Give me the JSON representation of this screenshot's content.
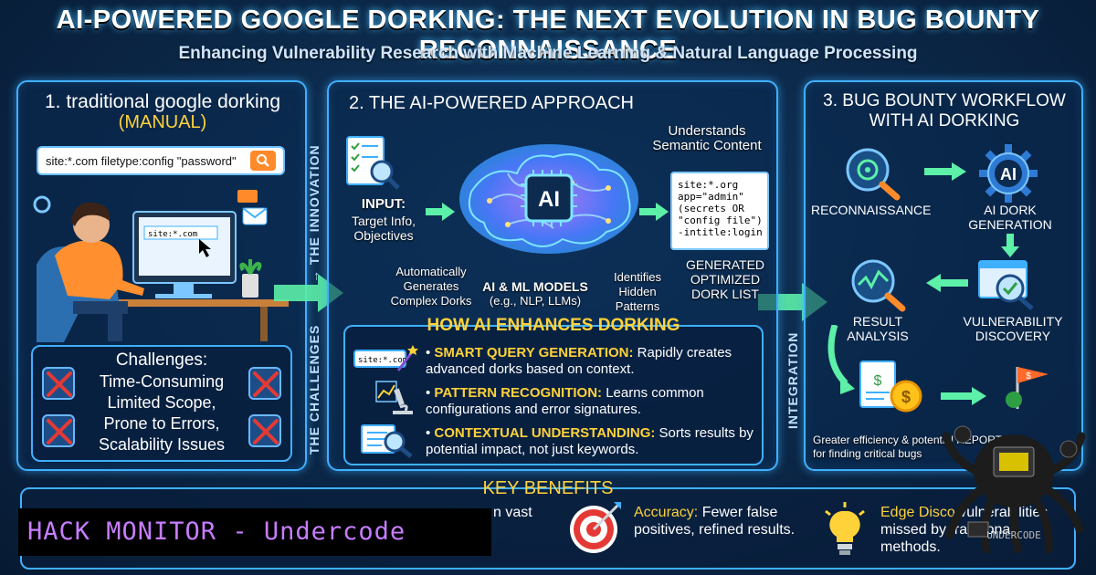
{
  "header": {
    "title": "AI-POWERED GOOGLE DORKING: THE NEXT EVOLUTION IN BUG BOUNTY RECONNAISSANCE",
    "subtitle": "Enhancing Vulnerability Research with Machine Learning & Natural Language Processing"
  },
  "panel1": {
    "title": "1. traditional google dorking",
    "subtitle": "(MANUAL)",
    "search_query": "site:*.com filetype:config \"password\"",
    "screen_query": "site:*.com",
    "challenges_title": "Challenges:",
    "challenges": [
      "Time-Consuming",
      "Limited Scope,",
      "Prone to Errors,",
      "Scalability Issues"
    ]
  },
  "connectors": {
    "challenges": "THE CHALLENGES",
    "innovation": "→ THE INNOVATION",
    "integration": "INTEGRATION"
  },
  "panel2": {
    "title": "2. THE AI-POWERED APPROACH",
    "input_label": "INPUT:",
    "input_text": "Target Info, Objectives",
    "semantic": "Understands Semantic Content",
    "ai_chip": "AI",
    "code": "site:*.org\napp=\"admin\"\n(secrets OR\n\"config file\")\n-intitle:login",
    "auto_gen": "Automatically Generates Complex Dorks",
    "models": "AI & ML MODELS",
    "models_sub": "(e.g., NLP, LLMs)",
    "patterns": "Identifies Hidden Patterns",
    "generated": "GENERATED OPTIMIZED DORK LIST",
    "how_title": "HOW AI ENHANCES DORKING",
    "search_mini": "site:*.com",
    "bullets": [
      {
        "head": "SMART QUERY GENERATION:",
        "text": " Rapidly creates advanced dorks based on context."
      },
      {
        "head": "PATTERN RECOGNITION:",
        "text": " Learns common configurations and error signatures."
      },
      {
        "head": "CONTEXTUAL UNDERSTANDING:",
        "text": " Sorts results by potential impact, not just keywords."
      }
    ]
  },
  "panel3": {
    "title_line1": "3. BUG BOUNTY WORKFLOW",
    "title_line2": "WITH AI DORKING",
    "ai_chip": "AI",
    "recon": "RECONNAISSANCE",
    "dork_gen": "AI DORK GENERATION",
    "result": "RESULT ANALYSIS",
    "vuln": "VULNERABILITY DISCOVERY",
    "footer_line1": "Greater efficiency & potential REPORTING",
    "footer_line2": "for finding critical bugs"
  },
  "benefits": {
    "title": "KEY BENEFITS",
    "b1_tail": "n vast",
    "b2_head": "Accuracy:",
    "b2_text": " Fewer false positives, refined results.",
    "b3_head": "Edge Disco",
    "b3_text": "vulnerabilities missed by traditional methods."
  },
  "overlay": {
    "banner": "HACK MONITOR - Undercode",
    "logo_text": "UNDERCODE"
  },
  "colors": {
    "accent": "#3fb0ff",
    "highlight": "#ffd23a",
    "arrow": "#5cf0a8",
    "banner": "#c77dff"
  }
}
